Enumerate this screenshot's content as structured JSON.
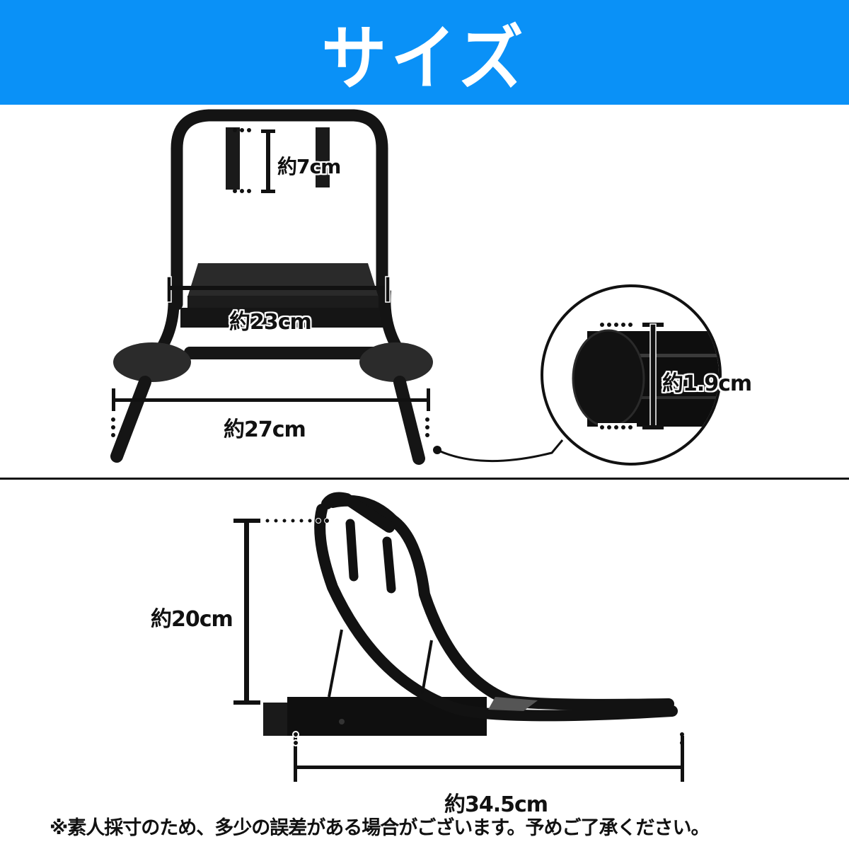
{
  "header": {
    "title": "サイズ",
    "background_color": "#0a91f7",
    "text_color": "#ffffff"
  },
  "front_view": {
    "image_description": "black bicycle stand, front view",
    "dimensions": {
      "strap_height": "約7cm",
      "inner_width": "約23cm",
      "outer_width": "約27cm"
    }
  },
  "detail_view": {
    "image_description": "magnified tube end cap (callout circle)",
    "dimensions": {
      "tube_diameter": "約1.9cm"
    }
  },
  "side_view": {
    "image_description": "black bicycle stand, side view",
    "dimensions": {
      "height": "約20cm",
      "depth": "約34.5cm"
    }
  },
  "footnote": "※素人採寸のため、多少の誤差がある場合がございます。予めご了承ください。"
}
